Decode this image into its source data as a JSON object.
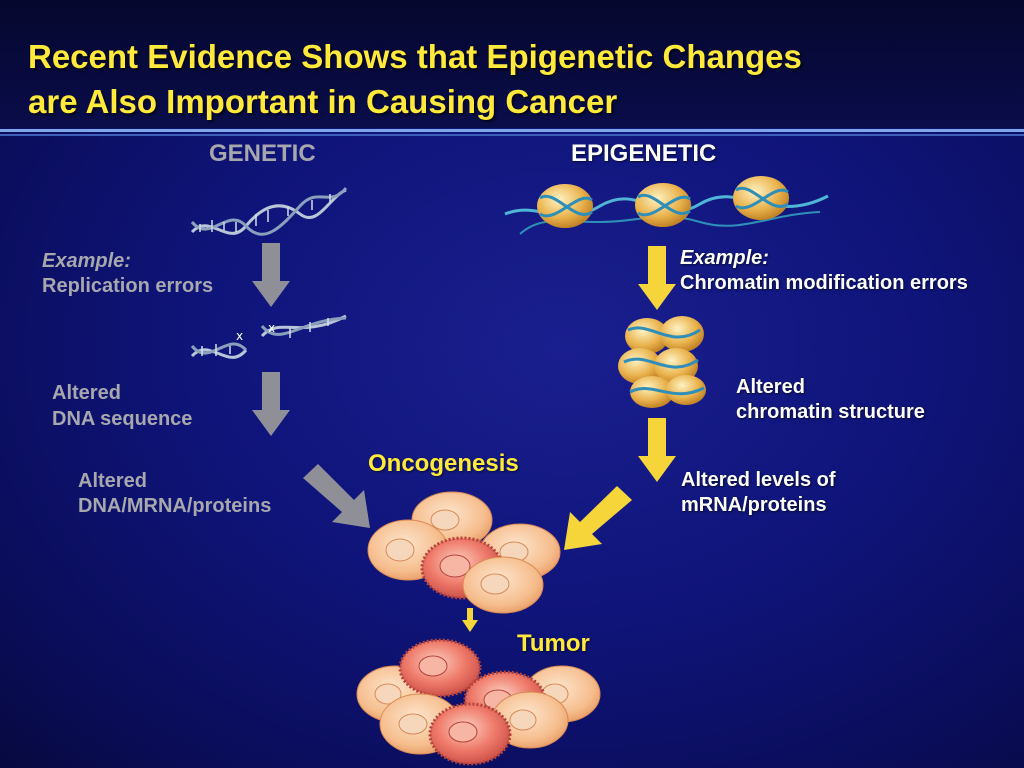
{
  "title": {
    "line1": "Recent Evidence Shows that Epigenetic Changes",
    "line2": "are Also Important in Causing Cancer"
  },
  "genetic": {
    "heading": "GENETIC",
    "example_label": "Example:",
    "example_text": "Replication errors",
    "step1_line1": "Altered",
    "step1_line2": "DNA sequence",
    "step2_line1": "Altered",
    "step2_line2": "DNA/MRNA/proteins"
  },
  "epigenetic": {
    "heading": "EPIGENETIC",
    "example_label": "Example:",
    "example_text": "Chromatin modification errors",
    "step1_line1": "Altered",
    "step1_line2": "chromatin structure",
    "step2_line1": "Altered levels of",
    "step2_line2": "mRNA/proteins"
  },
  "outcome": {
    "oncogenesis": "Oncogenesis",
    "tumor": "Tumor"
  },
  "colors": {
    "title": "#ffe93a",
    "genetic_gray": "#a7a7ae",
    "epigenetic_arrow": "#f5d53a",
    "cell_fill": "#f7c59a",
    "cell_red": "#e8605a",
    "nucleosome": "#e0a43a",
    "dna_blue": "#4fb6d8"
  }
}
